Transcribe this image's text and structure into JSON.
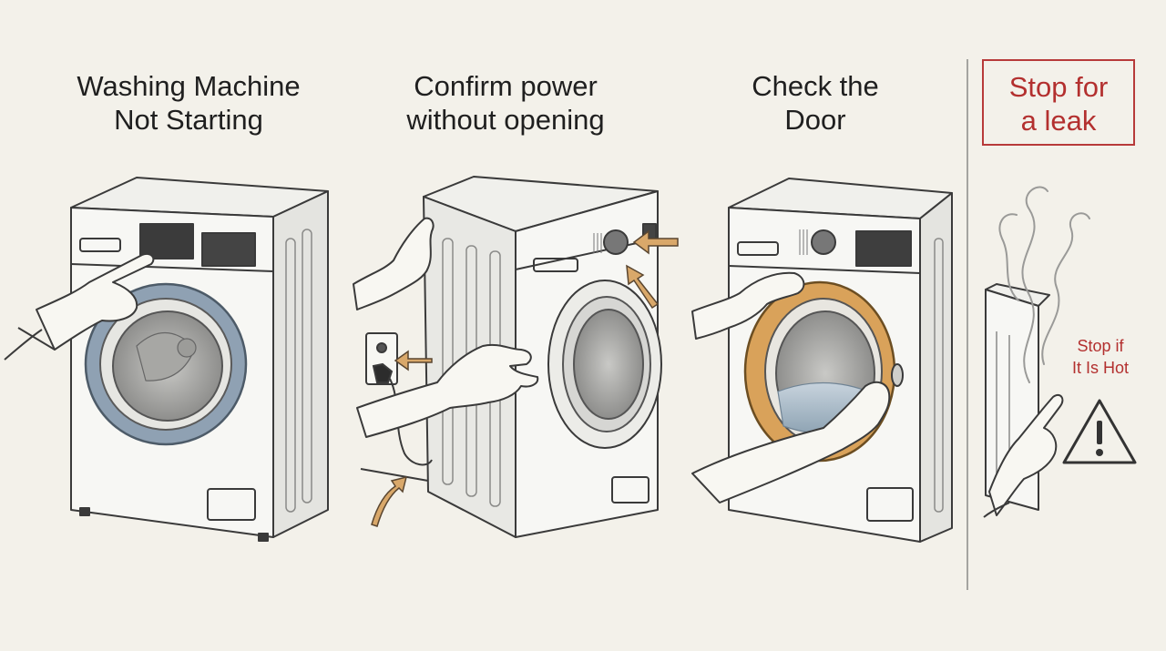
{
  "steps": [
    {
      "title_line1": "Washing Machine",
      "title_line2": "Not Starting"
    },
    {
      "title_line1": "Confirm power",
      "title_line2": "without opening"
    },
    {
      "title_line1": "Check the",
      "title_line2": "Door"
    }
  ],
  "warning": {
    "title_line1": "Stop for",
    "title_line2": "a leak",
    "note_line1": "Stop if",
    "note_line2": "It Is Hot"
  },
  "colors": {
    "background": "#f3f1ea",
    "line": "#3a3a3a",
    "arrow": "#d9a86a",
    "door_ring_blue": "#8fa1b3",
    "door_ring_orange": "#d9a25a",
    "warning_red": "#b3302f"
  },
  "icons": [
    "pointing-hand-icon",
    "power-outlet-icon",
    "arrow-icon",
    "steam-icon",
    "warning-triangle-icon"
  ]
}
